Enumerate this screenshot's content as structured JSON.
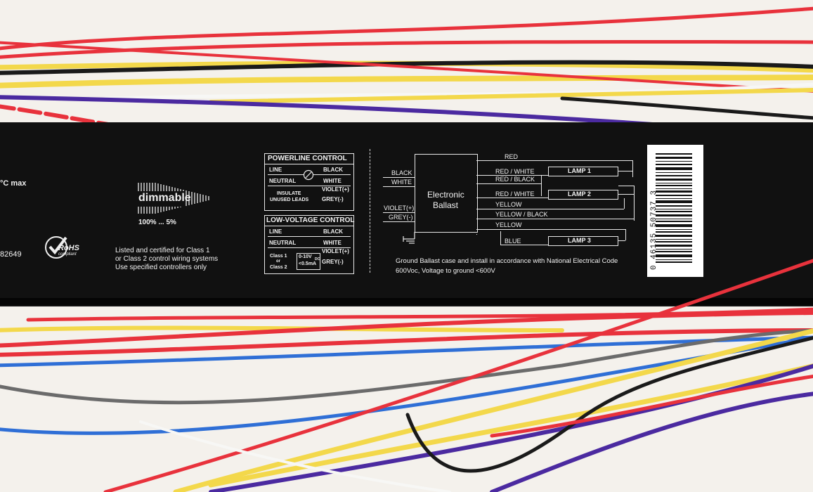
{
  "colors": {
    "ballast_body": "#111111",
    "label_text": "#f2f2f2",
    "background": "#f4f1ec",
    "wire_red": "#e8323c",
    "wire_yellow": "#f3d84b",
    "wire_black": "#1a1a1a",
    "wire_blue": "#2f6fd6",
    "wire_violet": "#4b2aa0",
    "wire_white": "#f7f7f5",
    "wire_grey": "#6b6b6b"
  },
  "label": {
    "left_partial_temp": "°C max",
    "left_partial_code": "82649",
    "dimmable": "dimmable",
    "dim_range": "100% ... 5%",
    "rohs": "RoHS",
    "rohs_sub": "compliant",
    "certification": [
      "Listed and certified for Class 1",
      "or Class 2 control wiring systems",
      "Use specified controllers only"
    ],
    "powerline": {
      "title": "POWERLINE CONTROL",
      "line": "LINE",
      "black": "BLACK",
      "neutral": "NEUTRAL",
      "white": "WHITE",
      "insulate": "INSULATE",
      "unused_leads": "UNUSED LEADS",
      "violet": "VIOLET(+)",
      "grey": "GREY(-)"
    },
    "lowvoltage": {
      "title": "LOW-VOLTAGE CONTROL",
      "line": "LINE",
      "black": "BLACK",
      "neutral": "NEUTRAL",
      "white": "WHITE",
      "class1": "Class 1",
      "or": "or",
      "class2": "Class 2",
      "spec1": "0-10V",
      "spec1_sub": "DC",
      "spec2": "<0.5mA",
      "violet": "VIOLET(+)",
      "grey": "GREY(-)"
    },
    "wiring": {
      "ballast_title": "Electronic",
      "ballast_title2": "Ballast",
      "input_black": "BLACK",
      "input_white": "WHITE",
      "input_violet": "VIOLET(+)",
      "input_grey": "GREY(-)",
      "out_red": "RED",
      "out_red_white_1": "RED / WHITE",
      "out_red_black": "RED / BLACK",
      "out_red_white_2": "RED / WHITE",
      "out_yellow_1": "YELLOW",
      "out_yellow_black": "YELLOW / BLACK",
      "out_yellow_2": "YELLOW",
      "out_blue": "BLUE",
      "lamp1": "LAMP 1",
      "lamp2": "LAMP 2",
      "lamp3": "LAMP 3"
    },
    "ground_note_1": "Ground Ballast case and install in accordance with National Electrical Code",
    "ground_note_2": "600Voc, Voltage to ground <600V",
    "barcode_digits": "0 46135 50737 3"
  }
}
